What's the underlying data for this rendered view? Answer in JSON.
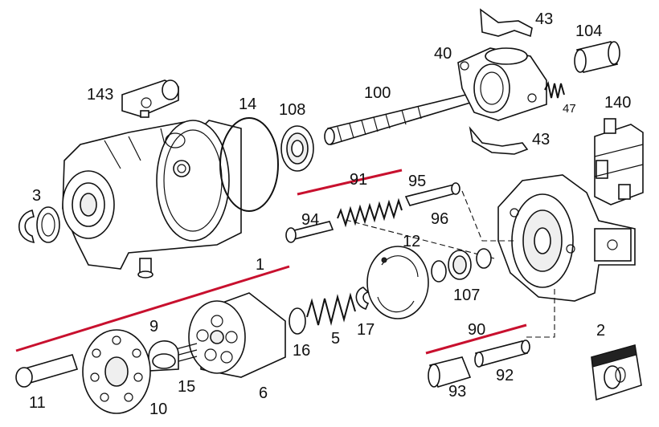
{
  "labels": {
    "l143": "143",
    "l14": "14",
    "l108": "108",
    "l100": "100",
    "l40": "40",
    "l43a": "43",
    "l104": "104",
    "l47": "47",
    "l140": "140",
    "l43b": "43",
    "l3": "3",
    "l91": "91",
    "l95": "95",
    "l94": "94",
    "l96": "96",
    "l12": "12",
    "l1": "1",
    "l107": "107",
    "l9": "9",
    "l17": "17",
    "l5": "5",
    "l16": "16",
    "l90": "90",
    "l2": "2",
    "l11": "11",
    "l10": "10",
    "l15": "15",
    "l6": "6",
    "l93": "93",
    "l92": "92"
  },
  "colors": {
    "group_line": "#c8102e",
    "ink": "#111111"
  }
}
